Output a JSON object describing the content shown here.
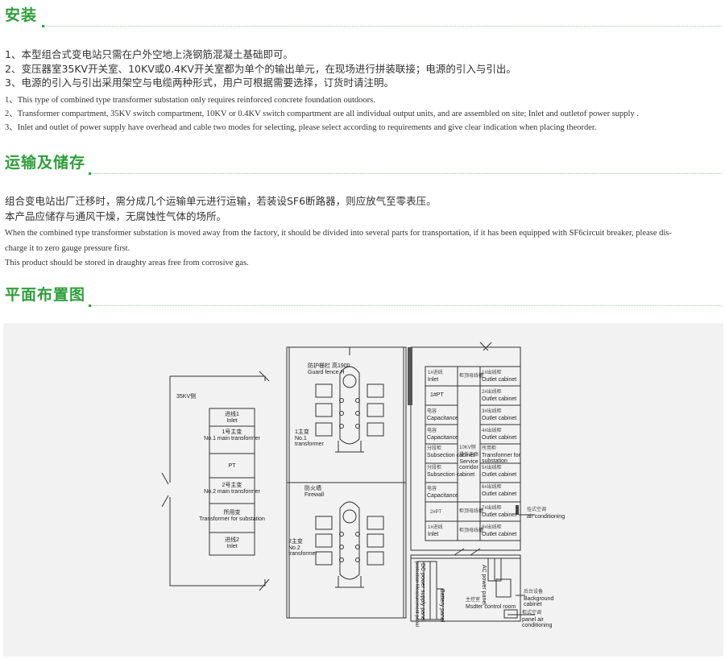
{
  "sections": {
    "install": {
      "title": "安装",
      "cn": [
        "1、本型组合式变电站只需在户外空地上浇钢筋混凝土基础即可。",
        "2、变压器室35KV开关室、10KV或0.4KV开关室都为单个的输出单元，在现场进行拼装联接；电源的引入与引出。",
        "3、电源的引入与引出采用架空与电缆两种形式，用户可根据需要选择，订货时请注明。"
      ],
      "en": [
        "1、This type of combined type transformer substation only requires reinforced concrete foundation outdoors.",
        "2、Transformer compartment, 35KV switch compartment, 10KV or 0.4KV switch compartment are all individual output units, and are assembled on site; Inlet and outletof power supply .",
        "3、Inlet and outlet of power supply have overhead and cable two modes for selecting, please select according to requirements and give clear indication when placing theorder."
      ]
    },
    "transport": {
      "title": "运输及储存",
      "cn": [
        "组合变电站出厂迁移时，需分成几个运输单元进行运输，若装设SF6断路器，则应放气至零表压。",
        "本产品应储存与通风干燥，无腐蚀性气体的场所。"
      ],
      "en": [
        "When the combined type transformer substation is moved away from the factory, it should be divided into several parts for transportation, if it has been equipped with SF6circuit breaker, please dis-",
        "charge it to zero gauge pressure first.",
        "This product should be stored in draughty areas free from corrosive gas."
      ]
    },
    "layout": {
      "title": "平面布置图"
    }
  },
  "plan": {
    "kv35_label": "35KV侧",
    "left_units": [
      {
        "cn": "进线1",
        "en": "Inlet"
      },
      {
        "cn": "1号主变",
        "en": "No.1 main transformer"
      },
      {
        "cn": "",
        "en": "PT"
      },
      {
        "cn": "2号主变",
        "en": "No.2 main transformer"
      },
      {
        "cn": "所用变",
        "en": "Transformer for substation"
      },
      {
        "cn": "进线2",
        "en": "Inlet"
      }
    ],
    "guard_fence": {
      "cn": "防护栅栏    高1900",
      "en": "Guard fence H"
    },
    "t1": {
      "cn": "1主变",
      "en1": "No.1",
      "en2": "transformer"
    },
    "firewall": {
      "cn": "防火墙",
      "en": "Firewall"
    },
    "t2": {
      "cn": "2主变",
      "en1": "No.2",
      "en2": "transformer"
    },
    "left_col": [
      {
        "cn": "1#进线",
        "en": "Inlet"
      },
      {
        "cn": "",
        "en": "1#PT"
      },
      {
        "cn": "电容",
        "en": "Capacitance"
      },
      {
        "cn": "电容",
        "en": "Capacitance"
      },
      {
        "cn": "分段柜",
        "en": "Subsection cabinet"
      },
      {
        "cn": "分段柜",
        "en": "Subsection cabinet"
      },
      {
        "cn": "电容",
        "en": "Capacitance"
      },
      {
        "cn": "2#PT",
        "en": ""
      },
      {
        "cn": "1#进线",
        "en": "Inlet"
      }
    ],
    "mid_col": [
      "柜顶母线槽",
      "",
      "",
      "",
      "",
      "",
      "",
      "柜顶母线槽",
      "柜顶母线槽"
    ],
    "kv10_label": "10KV侧",
    "corridor": {
      "cn": "操作走廊",
      "en1": "Service",
      "en2": "corridor"
    },
    "right_col": [
      {
        "cn": "1#出线柜",
        "en": "Outlet cabinet"
      },
      {
        "cn": "2#出线柜",
        "en": "Outlet cabinet"
      },
      {
        "cn": "3#出线柜",
        "en": "Outlet cabinet"
      },
      {
        "cn": "4#出线柜",
        "en": "Outlet cabinet"
      },
      {
        "cn": "所用柜",
        "en": "Transformer for substation"
      },
      {
        "cn": "5#出线柜",
        "en": "Outlet cabinet"
      },
      {
        "cn": "6#出线柜",
        "en": "Outlet cabinet"
      },
      {
        "cn": "7#出线柜",
        "en": "Outlet cabinet"
      },
      {
        "cn": "8#出线柜",
        "en": "Outlet cabinet"
      }
    ],
    "ac1": {
      "cn": "挂式空调",
      "en": "air conditioning"
    },
    "ac_panel": "AC power panel",
    "dc_panel": "DC power supply panel",
    "protection_panel": "protection Measurement panel",
    "battery_panel": "Battery panel",
    "control_room": {
      "cn": "主控室",
      "en": "Msdter control room"
    },
    "bg_cabinet": {
      "cn": "后台设备",
      "en1": "Background",
      "en2": "cabinet"
    },
    "ac2": {
      "cn": "柜式空调",
      "en1": "panel air",
      "en2": "conditioning"
    }
  }
}
